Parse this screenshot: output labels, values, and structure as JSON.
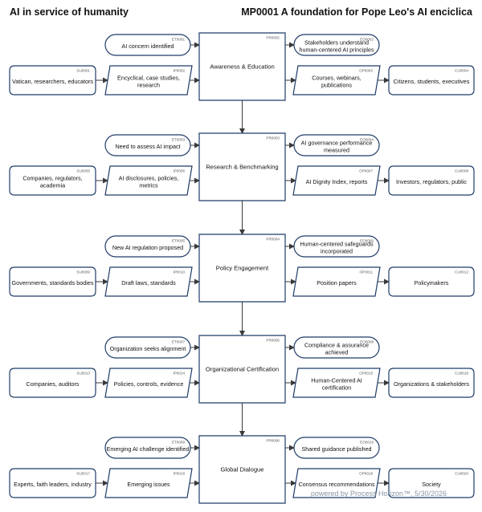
{
  "header": {
    "left_title": "AI in service of humanity",
    "right_title": "MP0001 A foundation for Pope Leo's AI enciclica"
  },
  "watermark": "powered by Process Horizon™, 5/30/2026",
  "process_rows": [
    {
      "event": {
        "code": "ET0001",
        "lines": [
          "AI concern identified"
        ]
      },
      "process": {
        "code": "PR0002",
        "lines": [
          "Awareness & Education"
        ]
      },
      "result": {
        "code": "EO0002",
        "lines": [
          "Stakeholders understand",
          "human-centered AI principles"
        ]
      },
      "supplier": {
        "code": "SU0001",
        "lines": [
          "Vatican, researchers, educators"
        ]
      },
      "input": {
        "code": "IP0002",
        "lines": [
          "Encyclical, case studies,",
          "research"
        ]
      },
      "output": {
        "code": "OP0003",
        "lines": [
          "Courses, webinars,",
          "publications"
        ]
      },
      "customer": {
        "code": "CU0004",
        "lines": [
          "Citizens, students, executives"
        ]
      }
    },
    {
      "event": {
        "code": "ET0003",
        "lines": [
          "Need to assess AI impact"
        ]
      },
      "process": {
        "code": "PR0003",
        "lines": [
          "Research & Benchmarking"
        ]
      },
      "result": {
        "code": "EO0004",
        "lines": [
          "AI governance performance",
          "measured"
        ]
      },
      "supplier": {
        "code": "SU0005",
        "lines": [
          "Companies, regulators,",
          "academia"
        ]
      },
      "input": {
        "code": "IP0006",
        "lines": [
          "AI disclosures, policies,",
          "metrics"
        ]
      },
      "output": {
        "code": "OP0007",
        "lines": [
          "AI Dignity Index, reports"
        ]
      },
      "customer": {
        "code": "CU0008",
        "lines": [
          "Investors, regulators, public"
        ]
      }
    },
    {
      "event": {
        "code": "ET0005",
        "lines": [
          "New AI regulation proposed"
        ]
      },
      "process": {
        "code": "PR0004",
        "lines": [
          "Policy Engagement"
        ]
      },
      "result": {
        "code": "EO0006",
        "lines": [
          "Human-centered safeguards",
          "incorporated"
        ]
      },
      "supplier": {
        "code": "SU0009",
        "lines": [
          "Governments, standards bodies"
        ]
      },
      "input": {
        "code": "IP0010",
        "lines": [
          "Draft laws, standards"
        ]
      },
      "output": {
        "code": "OP0011",
        "lines": [
          "Position papers"
        ]
      },
      "customer": {
        "code": "CU0012",
        "lines": [
          "Policymakers"
        ]
      }
    },
    {
      "event": {
        "code": "ET0007",
        "lines": [
          "Organization seeks alignment"
        ]
      },
      "process": {
        "code": "PR0005",
        "lines": [
          "Organizational Certification"
        ]
      },
      "result": {
        "code": "EO0008",
        "lines": [
          "Compliance & assurance",
          "achieved"
        ]
      },
      "supplier": {
        "code": "SU0013",
        "lines": [
          "Companies, auditors"
        ]
      },
      "input": {
        "code": "IP0014",
        "lines": [
          "Policies, controls, evidence"
        ]
      },
      "output": {
        "code": "OP0015",
        "lines": [
          "Human-Centered AI",
          "certification"
        ]
      },
      "customer": {
        "code": "CU0016",
        "lines": [
          "Organizations & stakeholders"
        ]
      }
    },
    {
      "event": {
        "code": "ET0009",
        "lines": [
          "Emerging AI challenge identified"
        ]
      },
      "process": {
        "code": "PR0006",
        "lines": [
          "Global Dialogue"
        ]
      },
      "result": {
        "code": "EO0010",
        "lines": [
          "Shared guidance published"
        ]
      },
      "supplier": {
        "code": "SU0017",
        "lines": [
          "Experts, faith leaders, industry"
        ]
      },
      "input": {
        "code": "IP0018",
        "lines": [
          "Emerging issues"
        ]
      },
      "output": {
        "code": "OP0019",
        "lines": [
          "Consensus recommendations"
        ]
      },
      "customer": {
        "code": "CU0020",
        "lines": [
          "Society"
        ]
      }
    }
  ]
}
